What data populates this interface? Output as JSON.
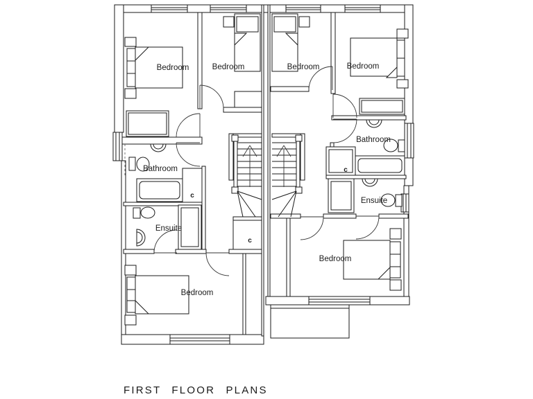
{
  "title": "FIRST FLOOR PLANS",
  "colors": {
    "line": "#1a1a1a",
    "background": "#ffffff"
  },
  "units": {
    "left": {
      "rooms": {
        "bedroom_front": {
          "label": "Bedroom"
        },
        "bedroom_front_small": {
          "label": "Bedroom"
        },
        "bedroom_rear": {
          "label": "Bedroom"
        },
        "bathroom": {
          "label": "Bathroom"
        },
        "ensuite": {
          "label": "Ensuite"
        },
        "cupboard_bathroom": {
          "label": "c"
        },
        "cupboard_stairs": {
          "label": "c"
        }
      }
    },
    "right": {
      "rooms": {
        "bedroom_front_small": {
          "label": "Bedroom"
        },
        "bedroom_front": {
          "label": "Bedroom"
        },
        "bedroom_rear": {
          "label": "Bedroom"
        },
        "bathroom": {
          "label": "Bathroom"
        },
        "ensuite": {
          "label": "Ensuite"
        },
        "cupboard_landing": {
          "label": "c"
        }
      }
    }
  }
}
